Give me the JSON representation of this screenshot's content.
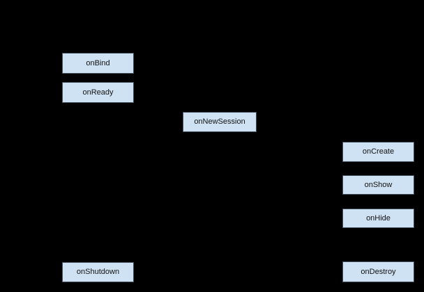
{
  "diagram": {
    "background_color": "#000000",
    "node_fill_color": "#cfe2f3",
    "node_border_color": "#46515f",
    "node_text_color": "#121212",
    "nodes": [
      {
        "label": "onBind"
      },
      {
        "label": "onReady"
      },
      {
        "label": "onNewSession"
      },
      {
        "label": "onCreate"
      },
      {
        "label": "onShow"
      },
      {
        "label": "onHide"
      },
      {
        "label": "onShutdown"
      },
      {
        "label": "onDestroy"
      }
    ]
  }
}
